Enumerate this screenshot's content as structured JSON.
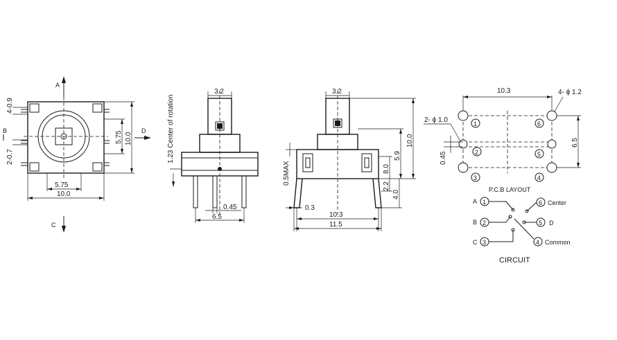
{
  "top_view": {
    "dir_a": "A",
    "dir_b": "B",
    "dir_c": "C",
    "dir_d": "D",
    "dim_pin_top": "4-0.9",
    "dim_pin_side": "2-0.7",
    "dim_inner_width": "5.75",
    "dim_width": "10.0",
    "dim_inner_height": "5.75",
    "dim_height": "10.0"
  },
  "side_view_1": {
    "dim_shaft": "3.2",
    "rotation_center": "1.23 Center of rotation",
    "dim_pin_spacing": "6.5",
    "dim_pin_width": "0.45"
  },
  "side_view_2": {
    "dim_shaft": "3.2",
    "dim_offset": "0.5MAX",
    "dim_total_height": "10.0",
    "dim_body_height": "5.9",
    "dim_lower": "8.0",
    "dim_pin_a": "2.2",
    "dim_pin_b": "4.0",
    "dim_pin_thickness": "0.3",
    "dim_inner_width": "10.3",
    "dim_outer_width": "11.5"
  },
  "pcb_layout": {
    "dim_width": "10.3",
    "dim_mount_holes": "4- ϕ 1.2",
    "dim_pin_holes": "2- ϕ 1.0",
    "dim_height": "6.5",
    "dim_offset": "0.45",
    "hole_1": "1",
    "hole_2": "2",
    "hole_3": "3",
    "hole_4": "4",
    "hole_5": "5",
    "hole_6": "6",
    "caption": "P.C.B LAYOUT"
  },
  "circuit": {
    "label_a": "A",
    "label_b": "B",
    "label_c": "C",
    "label_d": "D",
    "pin_1": "1",
    "pin_2": "2",
    "pin_3": "3",
    "pin_4": "4",
    "pin_5": "5",
    "pin_6": "6",
    "label_center": "Center",
    "label_common": "Common",
    "caption": "CIRCUIT"
  }
}
